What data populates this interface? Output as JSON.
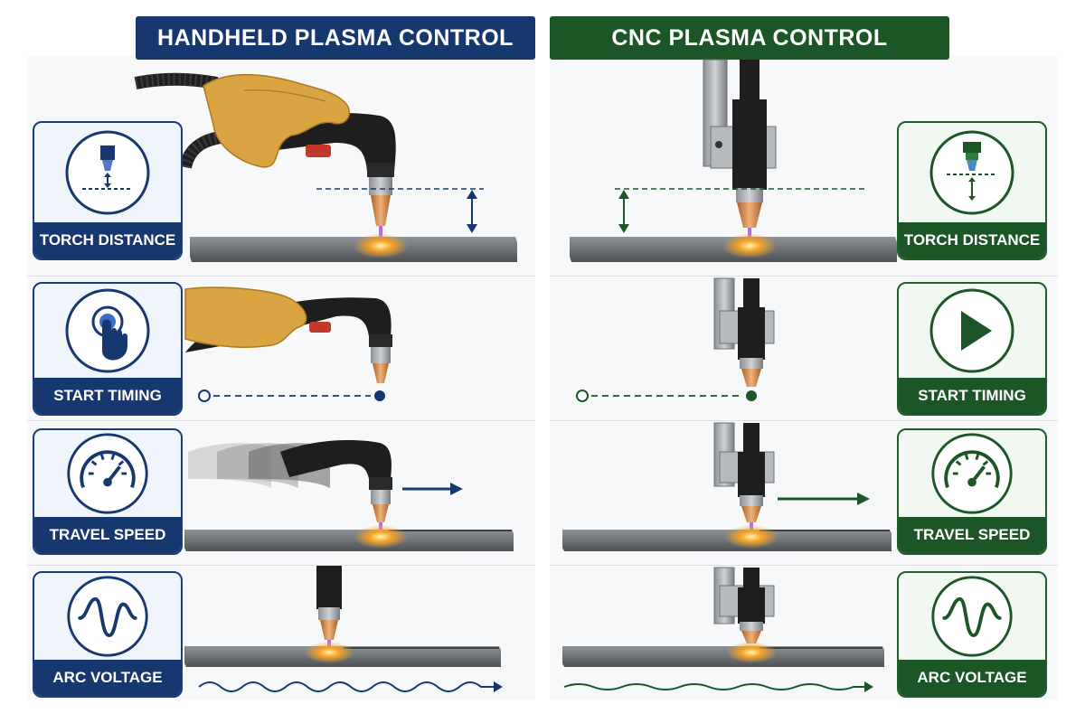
{
  "headers": {
    "left": "HANDHELD PLASMA CONTROL",
    "right": "CNC PLASMA CONTROL"
  },
  "rows": [
    {
      "label": "TORCH DISTANCE",
      "left_icon": "torch-height-icon",
      "right_icon": "torch-height-icon"
    },
    {
      "label": "START TIMING",
      "left_icon": "hand-press-button-icon",
      "right_icon": "play-icon"
    },
    {
      "label": "TRAVEL SPEED",
      "left_icon": "speedometer-icon",
      "right_icon": "speedometer-icon"
    },
    {
      "label": "ARC VOLTAGE",
      "left_icon": "waveform-icon",
      "right_icon": "waveform-icon"
    }
  ],
  "colors": {
    "handheld": "#17386f",
    "cnc": "#1c5627",
    "glove": "#d9a441",
    "nozzle": "#d08a4e",
    "arc": "#b56ee0",
    "sparks": "#f08a1e"
  }
}
